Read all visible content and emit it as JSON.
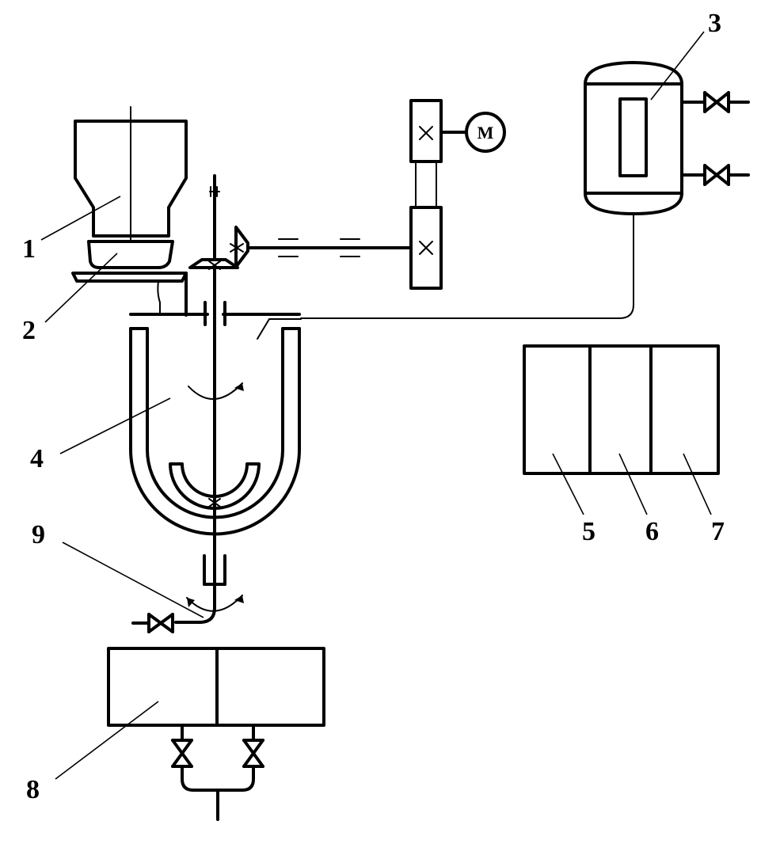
{
  "labels": {
    "n1": "1",
    "n2": "2",
    "n3": "3",
    "n4": "4",
    "n5": "5",
    "n6": "6",
    "n7": "7",
    "n8": "8",
    "n9": "9"
  },
  "motor": {
    "label": "M"
  }
}
